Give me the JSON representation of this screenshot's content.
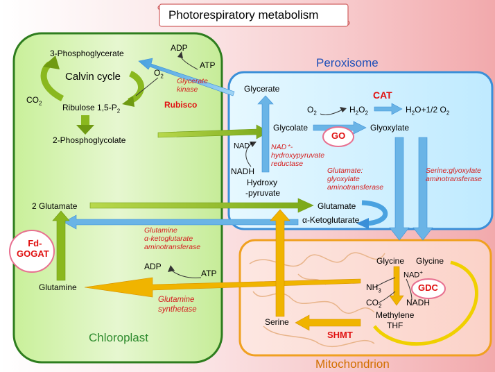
{
  "title": "Photorespiratory metabolism",
  "compartments": {
    "chloroplast": "Chloroplast",
    "peroxisome": "Peroxisome",
    "mitochondrion": "Mitochondrion"
  },
  "metabolites": {
    "phosphoglycerate": "3-Phosphoglycerate",
    "calvin_cycle": "Calvin cycle",
    "co2": "CO",
    "o2": "O",
    "ribulose": "Ribulose 1,5-P",
    "phosphoglycolate": "2-Phosphoglycolate",
    "glutamate_2": "2 Glutamate",
    "glutamine": "Glutamine",
    "adp_top": "ADP",
    "atp_top": "ATP",
    "adp_bottom": "ADP",
    "atp_bottom": "ATP",
    "glycerate": "Glycerate",
    "glycolate": "Glycolate",
    "glyoxylate": "Glyoxylate",
    "o2_perox": "O",
    "h2o2": "H",
    "h2o_half_o2": "H",
    "nad_plus": "NAD",
    "nadh": "NADH",
    "hydroxy": "Hydroxy",
    "pyruvate": "-pyruvate",
    "glutamate": "Glutamate",
    "ketoglutarate": "-Ketoglutarate",
    "glycine_1": "Glycine",
    "glycine_2": "Glycine",
    "nad_plus_mito": "NAD",
    "nh3": "NH",
    "co2_mito": "CO",
    "nadh_mito": "NADH",
    "methylene": "Methylene",
    "thf": "THF",
    "serine": "Serine"
  },
  "enzymes": {
    "glycerate_kinase": [
      "Glycerate",
      "kinase"
    ],
    "rubisco": "Rubisco",
    "cat": "CAT",
    "go": "GO",
    "hpr": [
      "NAD⁺-",
      "hydroxypyruvate",
      "reductase"
    ],
    "ggat": [
      "Glutamate:",
      "glyoxylate",
      "aminotransferase"
    ],
    "sgat": [
      "Serine:glyoxylate",
      "aminotransferase"
    ],
    "gogat_enzyme": [
      "Glutamine",
      "α-ketoglutarate",
      "aminotransferase"
    ],
    "fd_gogat": [
      "Fd-",
      "GOGAT"
    ],
    "gs": [
      "Glutamine",
      "synthetase"
    ],
    "gdc": "GDC",
    "shmt": "SHMT"
  },
  "colors": {
    "chloroplast_border": "#2e7d1e",
    "peroxisome_border": "#3a8fd8",
    "mitochondrion_border": "#f0a020",
    "green_arrow": "#8ab81e",
    "blue_arrow": "#6ab4e6",
    "orange_arrow": "#f0b400",
    "enzyme_red": "#e01010"
  }
}
